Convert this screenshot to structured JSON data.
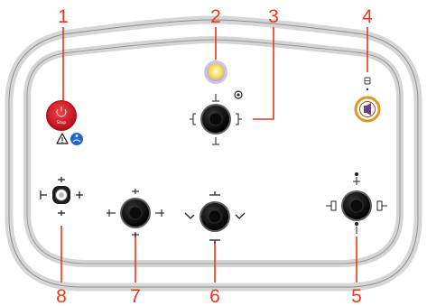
{
  "callouts": {
    "n1": "1",
    "n2": "2",
    "n3": "3",
    "n4": "4",
    "n5": "5",
    "n6": "6",
    "n7": "7",
    "n8": "8"
  },
  "buttons": {
    "stop_label": "Stop"
  },
  "colors": {
    "callout": "#e8381c",
    "stop_button": "#d81e28",
    "lamp": "#f5dc5a",
    "icon_blue": "#2566c8",
    "orange_ring": "#e0962a",
    "joystick": "#1a1a1a"
  },
  "icons": {
    "warning": "warning-triangle-icon",
    "manual": "read-manual-icon",
    "power": "power-icon",
    "horn": "horn-icon",
    "light": "light-icon"
  }
}
